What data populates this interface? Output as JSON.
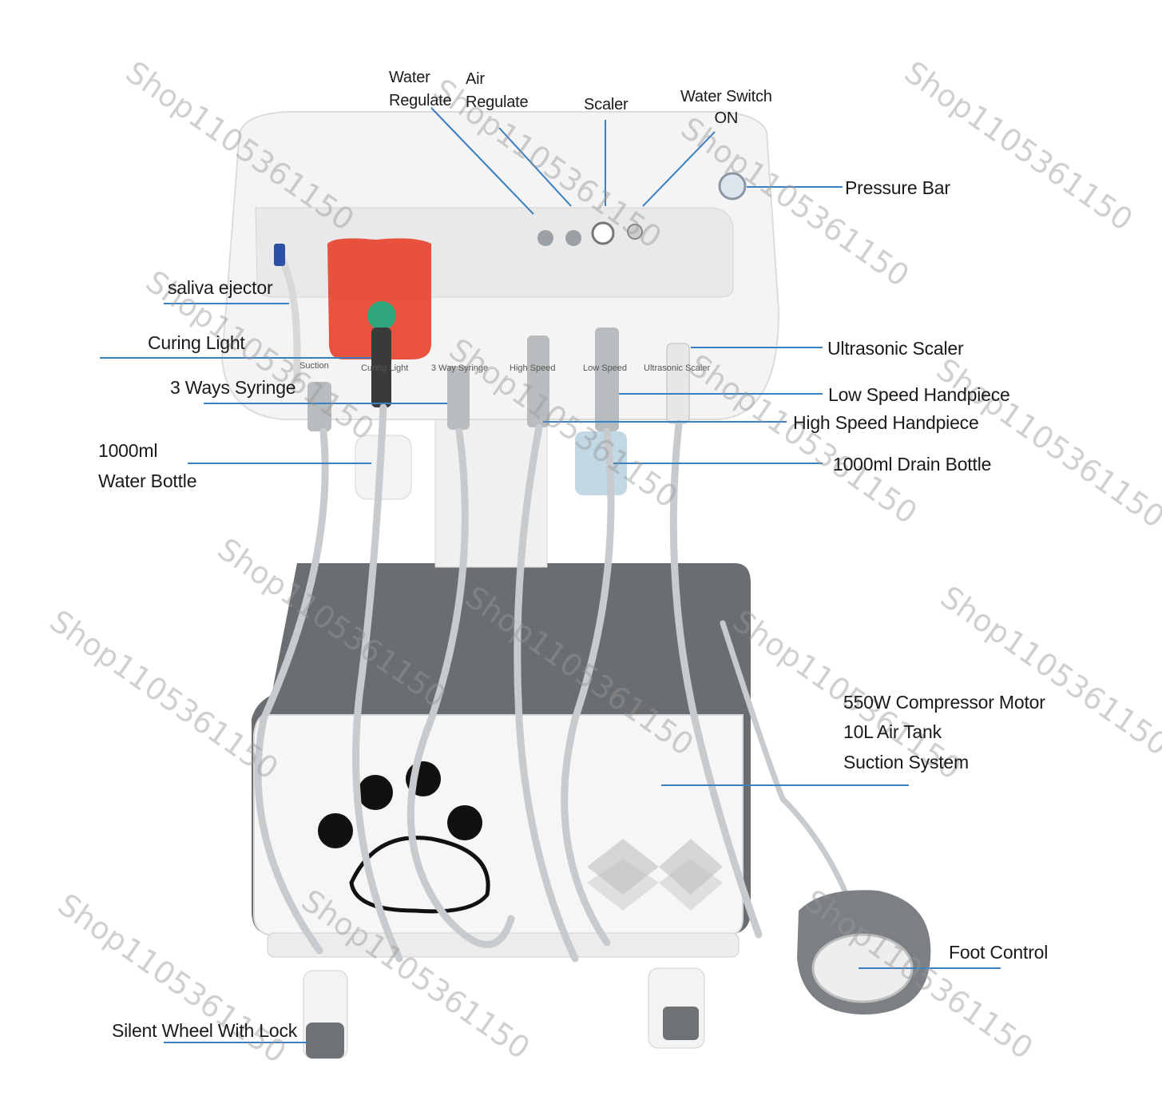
{
  "labels": {
    "water_regulate": [
      "Water",
      "Regulate"
    ],
    "air_regulate": [
      "Air",
      "Regulate"
    ],
    "scaler": "Scaler",
    "water_switch": [
      "Water Switch",
      "ON"
    ],
    "pressure_bar": "Pressure Bar",
    "saliva_ejector": "saliva ejector",
    "curing_light": "Curing Light",
    "three_ways_syringe": "3 Ways Syringe",
    "water_bottle": [
      "1000ml",
      "Water Bottle"
    ],
    "ultrasonic_scaler": "Ultrasonic Scaler",
    "low_speed_handpiece": "Low Speed Handpiece",
    "high_speed_handpiece": "High Speed Handpiece",
    "drain_bottle": "1000ml Drain Bottle",
    "compressor": [
      "550W Compressor Motor",
      "10L Air Tank",
      "Suction System"
    ],
    "foot_control": "Foot Control",
    "silent_wheel": "Silent Wheel With Lock"
  },
  "port_labels": [
    "Suction",
    "Curing Light",
    "3 Way Syringe",
    "High Speed",
    "Low Speed",
    "Ultrasonic Scaler"
  ],
  "watermark": "Shop1105361150",
  "colors": {
    "leader_line": "#3a7fc1",
    "body_white": "#f4f4f4",
    "body_gray": "#6b6e70",
    "hose": "#c8cbcd",
    "accent_red": "#e8402a"
  }
}
